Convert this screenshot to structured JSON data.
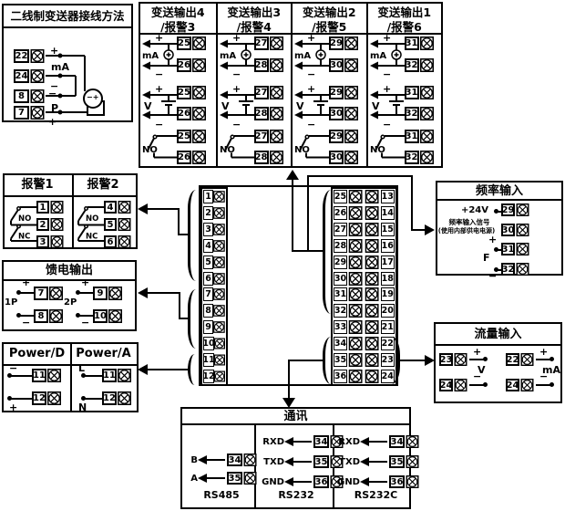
{
  "two_wire": {
    "title": "二线制变送器接线方法",
    "terminals": [
      "22",
      "24",
      "8",
      "7"
    ],
    "labels": {
      "plus": "+",
      "ma": "mA",
      "minus": "−",
      "p": "P",
      "polarity": "−+"
    }
  },
  "transmit": {
    "columns": [
      {
        "title1": "变送输出4",
        "title2": "/报警3",
        "t1": "25",
        "t2": "26"
      },
      {
        "title1": "变送输出3",
        "title2": "/报警4",
        "t1": "27",
        "t2": "28"
      },
      {
        "title1": "变送输出2",
        "title2": "/报警5",
        "t1": "29",
        "t2": "30"
      },
      {
        "title1": "变送输出1",
        "title2": "/报警6",
        "t1": "31",
        "t2": "32"
      }
    ],
    "labels": {
      "plus": "+",
      "minus": "−",
      "ma": "mA",
      "v": "V",
      "no": "NO"
    }
  },
  "alarm": {
    "columns": [
      {
        "title": "报警1",
        "t1": "1",
        "t2": "2",
        "t3": "3"
      },
      {
        "title": "报警2",
        "t1": "4",
        "t2": "5",
        "t3": "6"
      }
    ],
    "labels": {
      "no": "NO",
      "nc": "NC"
    }
  },
  "feed": {
    "title": "馈电输出",
    "groups": [
      {
        "label": "1P",
        "t_top": "7",
        "t_bot": "8"
      },
      {
        "label": "2P",
        "t_top": "9",
        "t_bot": "10"
      }
    ],
    "labels": {
      "plus": "+",
      "minus": "−"
    }
  },
  "power": {
    "columns": [
      {
        "title": "Power/D",
        "top_label": "−",
        "t_top": "11",
        "bot_label": "+",
        "t_bot": "12"
      },
      {
        "title": "Power/A",
        "top_label": "L",
        "t_top": "11",
        "bot_label": "N",
        "t_bot": "12"
      }
    ]
  },
  "center": {
    "left_rows": [
      "1",
      "2",
      "3",
      "4",
      "5",
      "6",
      "7",
      "8",
      "9",
      "10",
      "11",
      "12"
    ],
    "right_rows": [
      {
        "l": "25",
        "r": "13"
      },
      {
        "l": "26",
        "r": "14"
      },
      {
        "l": "27",
        "r": "15"
      },
      {
        "l": "28",
        "r": "16"
      },
      {
        "l": "29",
        "r": "17"
      },
      {
        "l": "30",
        "r": "18"
      },
      {
        "l": "31",
        "r": "19"
      },
      {
        "l": "32",
        "r": "20"
      },
      {
        "l": "33",
        "r": "21"
      },
      {
        "l": "34",
        "r": "22"
      },
      {
        "l": "35",
        "r": "23"
      },
      {
        "l": "36",
        "r": "24"
      }
    ]
  },
  "frequency": {
    "title": "频率输入",
    "v24": "+24V",
    "sig1": "频率输入信号",
    "sig2": "(使用内部供电电源)",
    "plus": "+",
    "minus": "−",
    "f": "F",
    "t1": "29",
    "t2": "30",
    "t3": "31",
    "t4": "32"
  },
  "flow": {
    "title": "流量输入",
    "groups": [
      {
        "plus": "+",
        "minus": "−",
        "unit": "V",
        "t_top": "23",
        "t_bot": "24"
      },
      {
        "plus": "+",
        "minus": "−",
        "unit": "mA",
        "t_top": "22",
        "t_bot": "24"
      }
    ]
  },
  "comm": {
    "title": "通讯",
    "rs485": {
      "name": "RS485",
      "rows": [
        {
          "label": "B",
          "t": "34"
        },
        {
          "label": "A",
          "t": "35"
        }
      ]
    },
    "rs232": {
      "name": "RS232",
      "rows": [
        {
          "label": "RXD",
          "t": "34"
        },
        {
          "label": "TXD",
          "t": "35"
        },
        {
          "label": "GND",
          "t": "36"
        }
      ]
    },
    "rs232c": {
      "name": "RS232C",
      "rows": [
        {
          "label": "RXD",
          "t": "34"
        },
        {
          "label": "TXD",
          "t": "35"
        },
        {
          "label": "GND",
          "t": "36"
        }
      ]
    }
  }
}
